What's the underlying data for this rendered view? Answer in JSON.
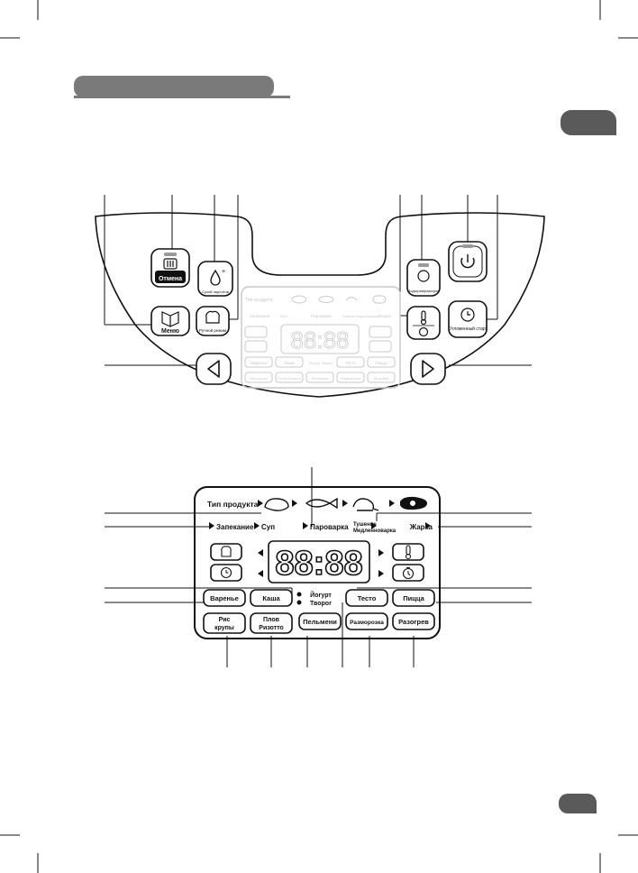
{
  "top_panel": {
    "cancel_label": "Отмена",
    "steam_label": "Сухой пар/готов",
    "menu_label": "Меню",
    "manual_label": "Ручной режим",
    "keep_warm_label": "Подогрев/разогрев",
    "delayed_start_label": "Отложенный старт",
    "product_row": {
      "label": "Тип продукта"
    },
    "program_row": [
      "Запекание",
      "Суп",
      "Пароварка",
      "Тушение Медленноварка",
      "Жарка"
    ],
    "buttons_row1": [
      "Варенье",
      "Каша",
      "Йогурт Творог",
      "Тесто",
      "Пицца"
    ],
    "buttons_row2": [
      "Рис крупы",
      "Плов Ризотто",
      "Пельмени",
      "Разморозка",
      "Разогрев"
    ]
  },
  "display": {
    "product_type_label": "Тип продукта",
    "programs": {
      "bake": "Запекание",
      "soup": "Суп",
      "steam": "Пароварка",
      "stew_line1": "Тушение",
      "stew_line2": "Медленноварка",
      "fry": "Жарка"
    },
    "digits": "88:88",
    "buttons": {
      "jam": "Варенье",
      "porridge": "Каша",
      "yogurt_line1": "Йогурт",
      "yogurt_line2": "Творог",
      "dough": "Тесто",
      "pizza": "Пицца",
      "rice_line1": "Рис",
      "rice_line2": "крупы",
      "pilaf_line1": "Плов",
      "pilaf_line2": "Ризотто",
      "dumplings": "Пельмени",
      "defrost": "Разморозка",
      "reheat": "Разогрев"
    }
  },
  "colors": {
    "header_bar": "#7a7a7a",
    "side_tab": "#5a5a5a",
    "ink": "#111111",
    "faint": "#c8c8c8"
  }
}
